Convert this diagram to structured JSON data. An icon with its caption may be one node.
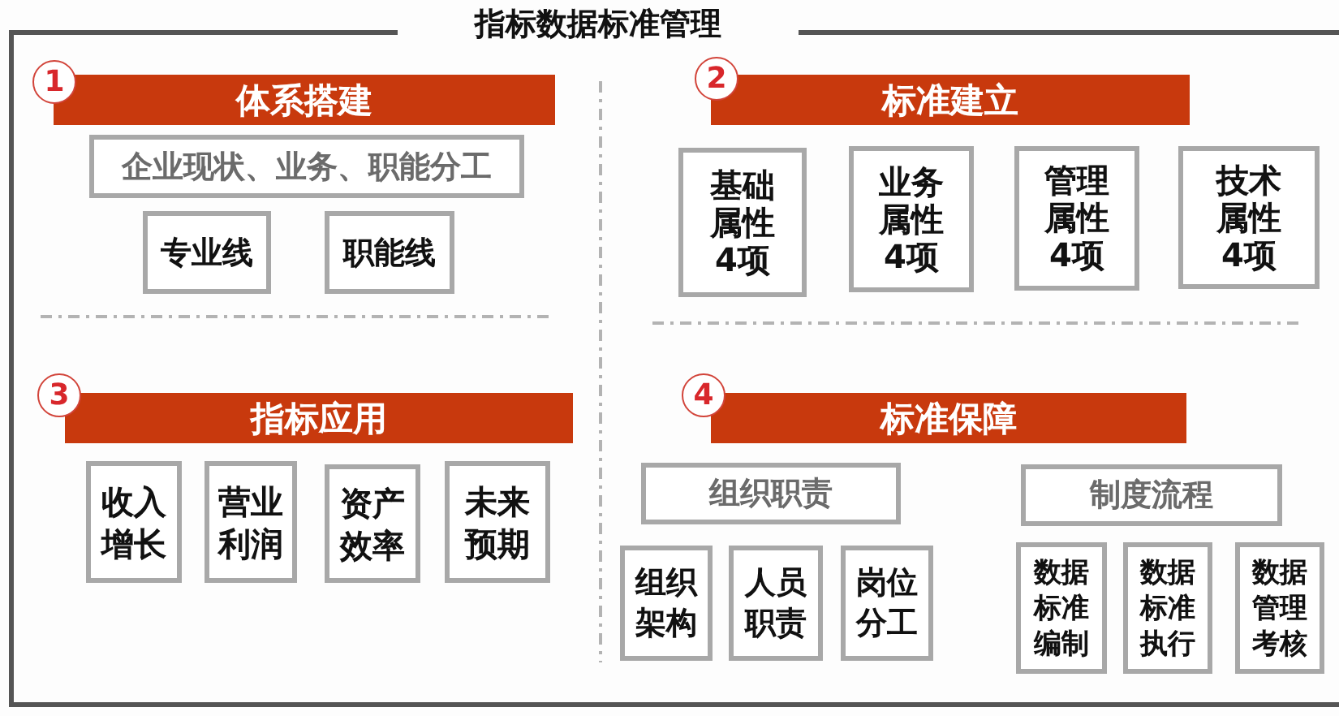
{
  "diagram": {
    "title": "指标数据标准管理",
    "nodes": [
      {
        "text": [
          "1"
        ]
      },
      {
        "text": [
          "体系搭建"
        ]
      },
      {
        "text": [
          "企业现状、业务、职能分工"
        ]
      },
      {
        "text": [
          "专业线"
        ]
      },
      {
        "text": [
          "职能线"
        ]
      },
      {
        "text": [
          "2"
        ]
      },
      {
        "text": [
          "标准建立"
        ]
      },
      {
        "text": [
          "基础属性4项"
        ]
      },
      {
        "text": [
          "业务属性4项"
        ]
      },
      {
        "text": [
          "管理属性4项"
        ]
      },
      {
        "text": [
          "技术属性4项"
        ]
      },
      {
        "text": [
          "3"
        ]
      },
      {
        "text": [
          "指标应用"
        ]
      },
      {
        "text": [
          "收入增长"
        ]
      },
      {
        "text": [
          "营业利润"
        ]
      },
      {
        "text": [
          "资产效率"
        ]
      },
      {
        "text": [
          "未来预期"
        ]
      },
      {
        "text": [
          "4"
        ]
      },
      {
        "text": [
          "标准保障"
        ]
      },
      {
        "text": [
          "组织职责"
        ]
      },
      {
        "text": [
          "制度流程"
        ]
      },
      {
        "text": [
          "组织架构"
        ]
      },
      {
        "text": [
          "人员职责"
        ]
      },
      {
        "text": [
          "岗位分工"
        ]
      },
      {
        "text": [
          "数据标准编制"
        ]
      },
      {
        "text": [
          "数据标准执行"
        ]
      },
      {
        "text": [
          "数据管理考核"
        ]
      }
    ]
  }
}
